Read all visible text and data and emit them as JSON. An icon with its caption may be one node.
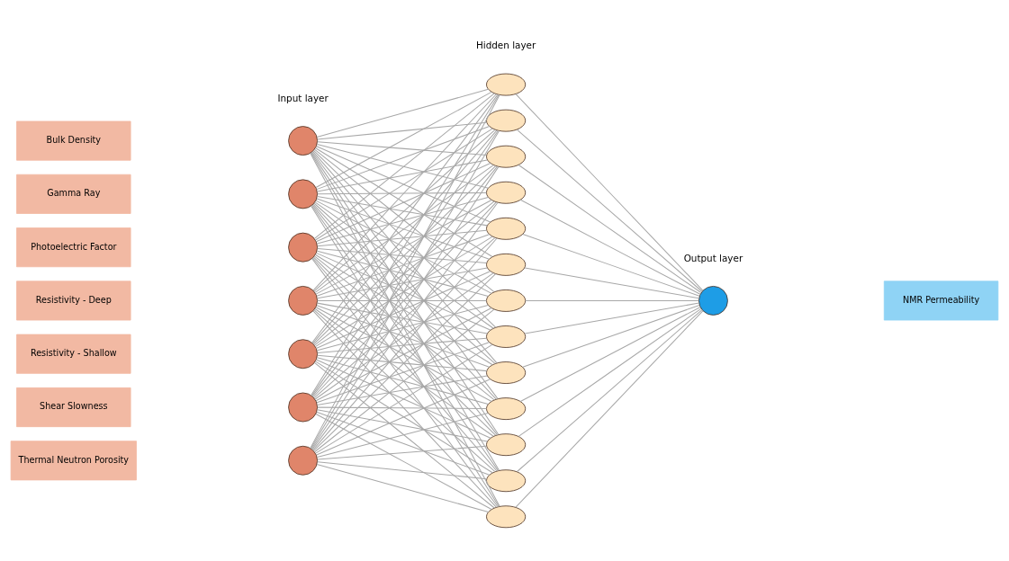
{
  "diagram": {
    "nodes": [
      {
        "text": [
          "Bulk Density"
        ]
      },
      {
        "text": [
          "Gamma Ray"
        ]
      },
      {
        "text": [
          "Photoelectric Factor"
        ]
      },
      {
        "text": [
          "Resistivity - Deep"
        ]
      },
      {
        "text": [
          "Resistivity - Shallow"
        ]
      },
      {
        "text": [
          "Shear Slowness"
        ]
      },
      {
        "text": [
          "Thermal Neutron Porosity"
        ]
      },
      {
        "text": [],
        "shape": "circle"
      },
      {
        "text": [],
        "shape": "circle"
      },
      {
        "text": [],
        "shape": "circle"
      },
      {
        "text": [],
        "shape": "circle"
      },
      {
        "text": [],
        "shape": "circle"
      },
      {
        "text": [],
        "shape": "circle"
      },
      {
        "text": [],
        "shape": "circle"
      },
      {
        "text": [],
        "shape": "ellipse"
      },
      {
        "text": [],
        "shape": "ellipse"
      },
      {
        "text": [],
        "shape": "ellipse"
      },
      {
        "text": [],
        "shape": "ellipse"
      },
      {
        "text": [],
        "shape": "ellipse"
      },
      {
        "text": [],
        "shape": "ellipse"
      },
      {
        "text": [],
        "shape": "ellipse"
      },
      {
        "text": [],
        "shape": "ellipse"
      },
      {
        "text": [],
        "shape": "ellipse"
      },
      {
        "text": [],
        "shape": "ellipse"
      },
      {
        "text": [],
        "shape": "ellipse"
      },
      {
        "text": [],
        "shape": "ellipse"
      },
      {
        "text": [],
        "shape": "ellipse"
      },
      {
        "text": [],
        "shape": "circle"
      },
      {
        "text": [
          "NMR Permeability"
        ]
      }
    ],
    "edges": [
      {
        "from": 7,
        "to": 14,
        "arrow": "none"
      },
      {
        "from": 7,
        "to": 15,
        "arrow": "none"
      },
      {
        "from": 7,
        "to": 16,
        "arrow": "none"
      },
      {
        "from": 7,
        "to": 17,
        "arrow": "none"
      },
      {
        "from": 7,
        "to": 18,
        "arrow": "none"
      },
      {
        "from": 7,
        "to": 19,
        "arrow": "none"
      },
      {
        "from": 7,
        "to": 20,
        "arrow": "none"
      },
      {
        "from": 7,
        "to": 21,
        "arrow": "none"
      },
      {
        "from": 7,
        "to": 22,
        "arrow": "none"
      },
      {
        "from": 7,
        "to": 23,
        "arrow": "none"
      },
      {
        "from": 7,
        "to": 24,
        "arrow": "none"
      },
      {
        "from": 7,
        "to": 25,
        "arrow": "none"
      },
      {
        "from": 7,
        "to": 26,
        "arrow": "none"
      },
      {
        "from": 8,
        "to": 14,
        "arrow": "none"
      },
      {
        "from": 8,
        "to": 15,
        "arrow": "none"
      },
      {
        "from": 8,
        "to": 16,
        "arrow": "none"
      },
      {
        "from": 8,
        "to": 17,
        "arrow": "none"
      },
      {
        "from": 8,
        "to": 18,
        "arrow": "none"
      },
      {
        "from": 8,
        "to": 19,
        "arrow": "none"
      },
      {
        "from": 8,
        "to": 20,
        "arrow": "none"
      },
      {
        "from": 8,
        "to": 21,
        "arrow": "none"
      },
      {
        "from": 8,
        "to": 22,
        "arrow": "none"
      },
      {
        "from": 8,
        "to": 23,
        "arrow": "none"
      },
      {
        "from": 8,
        "to": 24,
        "arrow": "none"
      },
      {
        "from": 8,
        "to": 25,
        "arrow": "none"
      },
      {
        "from": 8,
        "to": 26,
        "arrow": "none"
      },
      {
        "from": 9,
        "to": 14,
        "arrow": "none"
      },
      {
        "from": 9,
        "to": 15,
        "arrow": "none"
      },
      {
        "from": 9,
        "to": 16,
        "arrow": "none"
      },
      {
        "from": 9,
        "to": 17,
        "arrow": "none"
      },
      {
        "from": 9,
        "to": 18,
        "arrow": "none"
      },
      {
        "from": 9,
        "to": 19,
        "arrow": "none"
      },
      {
        "from": 9,
        "to": 20,
        "arrow": "none"
      },
      {
        "from": 9,
        "to": 21,
        "arrow": "none"
      },
      {
        "from": 9,
        "to": 22,
        "arrow": "none"
      },
      {
        "from": 9,
        "to": 23,
        "arrow": "none"
      },
      {
        "from": 9,
        "to": 24,
        "arrow": "none"
      },
      {
        "from": 9,
        "to": 25,
        "arrow": "none"
      },
      {
        "from": 9,
        "to": 26,
        "arrow": "none"
      },
      {
        "from": 10,
        "to": 14,
        "arrow": "none"
      },
      {
        "from": 10,
        "to": 15,
        "arrow": "none"
      },
      {
        "from": 10,
        "to": 16,
        "arrow": "none"
      },
      {
        "from": 10,
        "to": 17,
        "arrow": "none"
      },
      {
        "from": 10,
        "to": 18,
        "arrow": "none"
      },
      {
        "from": 10,
        "to": 19,
        "arrow": "none"
      },
      {
        "from": 10,
        "to": 20,
        "arrow": "none"
      },
      {
        "from": 10,
        "to": 21,
        "arrow": "none"
      },
      {
        "from": 10,
        "to": 22,
        "arrow": "none"
      },
      {
        "from": 10,
        "to": 23,
        "arrow": "none"
      },
      {
        "from": 10,
        "to": 24,
        "arrow": "none"
      },
      {
        "from": 10,
        "to": 25,
        "arrow": "none"
      },
      {
        "from": 10,
        "to": 26,
        "arrow": "none"
      },
      {
        "from": 11,
        "to": 14,
        "arrow": "none"
      },
      {
        "from": 11,
        "to": 15,
        "arrow": "none"
      },
      {
        "from": 11,
        "to": 16,
        "arrow": "none"
      },
      {
        "from": 11,
        "to": 17,
        "arrow": "none"
      },
      {
        "from": 11,
        "to": 18,
        "arrow": "none"
      },
      {
        "from": 11,
        "to": 19,
        "arrow": "none"
      },
      {
        "from": 11,
        "to": 20,
        "arrow": "none"
      },
      {
        "from": 11,
        "to": 21,
        "arrow": "none"
      },
      {
        "from": 11,
        "to": 22,
        "arrow": "none"
      },
      {
        "from": 11,
        "to": 23,
        "arrow": "none"
      },
      {
        "from": 11,
        "to": 24,
        "arrow": "none"
      },
      {
        "from": 11,
        "to": 25,
        "arrow": "none"
      },
      {
        "from": 11,
        "to": 26,
        "arrow": "none"
      },
      {
        "from": 12,
        "to": 14,
        "arrow": "none"
      },
      {
        "from": 12,
        "to": 15,
        "arrow": "none"
      },
      {
        "from": 12,
        "to": 16,
        "arrow": "none"
      },
      {
        "from": 12,
        "to": 17,
        "arrow": "none"
      },
      {
        "from": 12,
        "to": 18,
        "arrow": "none"
      },
      {
        "from": 12,
        "to": 19,
        "arrow": "none"
      },
      {
        "from": 12,
        "to": 20,
        "arrow": "none"
      },
      {
        "from": 12,
        "to": 21,
        "arrow": "none"
      },
      {
        "from": 12,
        "to": 22,
        "arrow": "none"
      },
      {
        "from": 12,
        "to": 23,
        "arrow": "none"
      },
      {
        "from": 12,
        "to": 24,
        "arrow": "none"
      },
      {
        "from": 12,
        "to": 25,
        "arrow": "none"
      },
      {
        "from": 12,
        "to": 26,
        "arrow": "none"
      },
      {
        "from": 13,
        "to": 14,
        "arrow": "none"
      },
      {
        "from": 13,
        "to": 15,
        "arrow": "none"
      },
      {
        "from": 13,
        "to": 16,
        "arrow": "none"
      },
      {
        "from": 13,
        "to": 17,
        "arrow": "none"
      },
      {
        "from": 13,
        "to": 18,
        "arrow": "none"
      },
      {
        "from": 13,
        "to": 19,
        "arrow": "none"
      },
      {
        "from": 13,
        "to": 20,
        "arrow": "none"
      },
      {
        "from": 13,
        "to": 21,
        "arrow": "none"
      },
      {
        "from": 13,
        "to": 22,
        "arrow": "none"
      },
      {
        "from": 13,
        "to": 23,
        "arrow": "none"
      },
      {
        "from": 13,
        "to": 24,
        "arrow": "none"
      },
      {
        "from": 13,
        "to": 25,
        "arrow": "none"
      },
      {
        "from": 13,
        "to": 26,
        "arrow": "none"
      },
      {
        "from": 14,
        "to": 27,
        "arrow": "none"
      },
      {
        "from": 15,
        "to": 27,
        "arrow": "none"
      },
      {
        "from": 16,
        "to": 27,
        "arrow": "none"
      },
      {
        "from": 17,
        "to": 27,
        "arrow": "none"
      },
      {
        "from": 18,
        "to": 27,
        "arrow": "none"
      },
      {
        "from": 19,
        "to": 27,
        "arrow": "none"
      },
      {
        "from": 20,
        "to": 27,
        "arrow": "none"
      },
      {
        "from": 21,
        "to": 27,
        "arrow": "none"
      },
      {
        "from": 22,
        "to": 27,
        "arrow": "none"
      },
      {
        "from": 23,
        "to": 27,
        "arrow": "none"
      },
      {
        "from": 24,
        "to": 27,
        "arrow": "none"
      },
      {
        "from": 25,
        "to": 27,
        "arrow": "none"
      },
      {
        "from": 26,
        "to": 27,
        "arrow": "none"
      }
    ],
    "labels": [
      "Input layer",
      "Hidden layer",
      "Output layer"
    ]
  }
}
